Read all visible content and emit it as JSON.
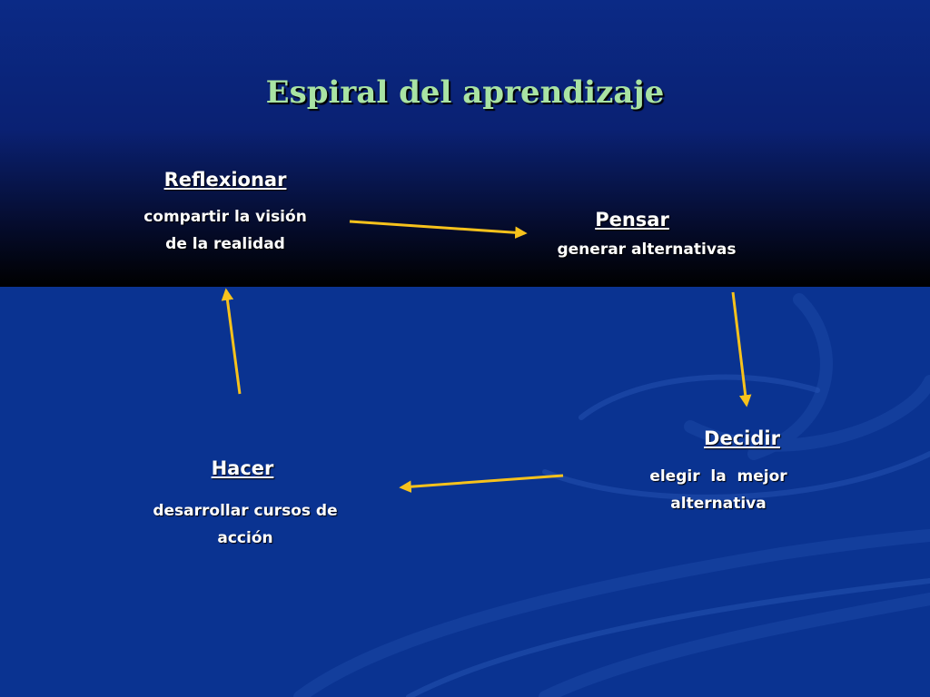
{
  "title": "Espiral del aprendizaje",
  "colors": {
    "title": "#a9e3a3",
    "arrow": "#f7c21c",
    "background": "#0a3391",
    "text": "#ffffff"
  },
  "nodes": {
    "reflexionar": {
      "title": "Reflexionar",
      "lines": [
        "compartir la visión",
        "de la realidad"
      ]
    },
    "pensar": {
      "title": "Pensar",
      "lines": [
        "generar alternativas"
      ]
    },
    "decidir": {
      "title": "Decidir",
      "lines": [
        "elegir  la  mejor",
        "alternativa"
      ]
    },
    "hacer": {
      "title": "Hacer",
      "lines": [
        "desarrollar cursos de",
        "acción"
      ]
    }
  },
  "edges": [
    {
      "from": "Reflexionar",
      "to": "Pensar"
    },
    {
      "from": "Pensar",
      "to": "Decidir"
    },
    {
      "from": "Decidir",
      "to": "Hacer"
    },
    {
      "from": "Hacer",
      "to": "Reflexionar"
    }
  ]
}
